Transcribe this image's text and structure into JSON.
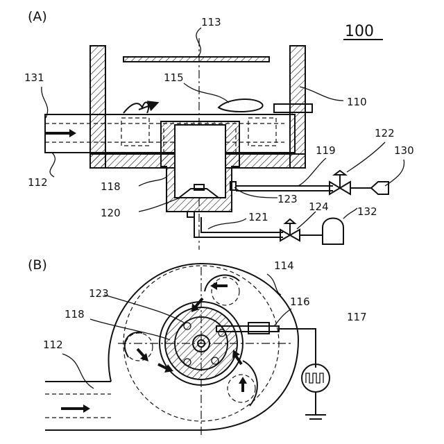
{
  "figure": {
    "section_a": "(A)",
    "section_b": "(B)",
    "title_number": "100"
  },
  "labels_a": {
    "l113": "113",
    "l131": "131",
    "l115": "115",
    "l110": "110",
    "l112": "112",
    "l119": "119",
    "l122": "122",
    "l130": "130",
    "l118": "118",
    "l123": "123",
    "l124": "124",
    "l120": "120",
    "l121": "121",
    "l132": "132"
  },
  "labels_b": {
    "l114": "114",
    "l123": "123",
    "l116": "116",
    "l118": "118",
    "l117": "117",
    "l112": "112"
  }
}
